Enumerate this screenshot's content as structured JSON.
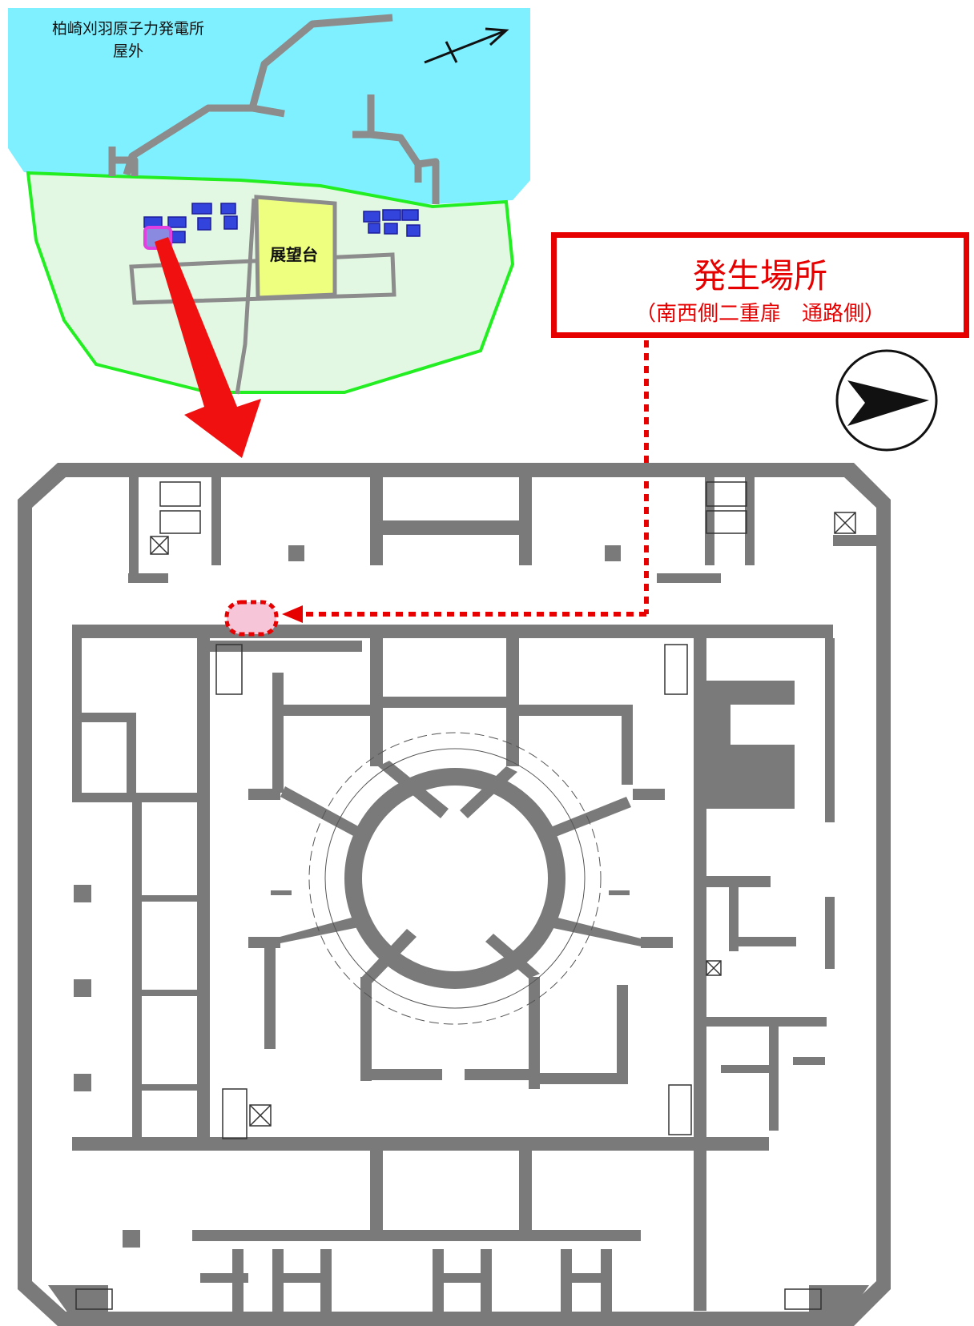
{
  "site": {
    "title_line1": "柏崎刈羽原子力発電所",
    "title_line2": "屋外"
  },
  "observation_deck": {
    "label": "展望台"
  },
  "incident": {
    "title": "発生場所",
    "subtitle": "（南西側二重扉　通路側）"
  },
  "colors": {
    "sea": "#7ff0ff",
    "site_ground": "#e3f8e3",
    "site_border": "#22ee22",
    "observation_deck": "#eeff80",
    "buildings": "#2233dd",
    "highlight": "#e060e0",
    "alert_red": "#e60000",
    "wall_gray": "#7a7a7a"
  },
  "icons": [
    "north-arrow-icon",
    "compass-icon",
    "pointer-arrow-icon"
  ]
}
